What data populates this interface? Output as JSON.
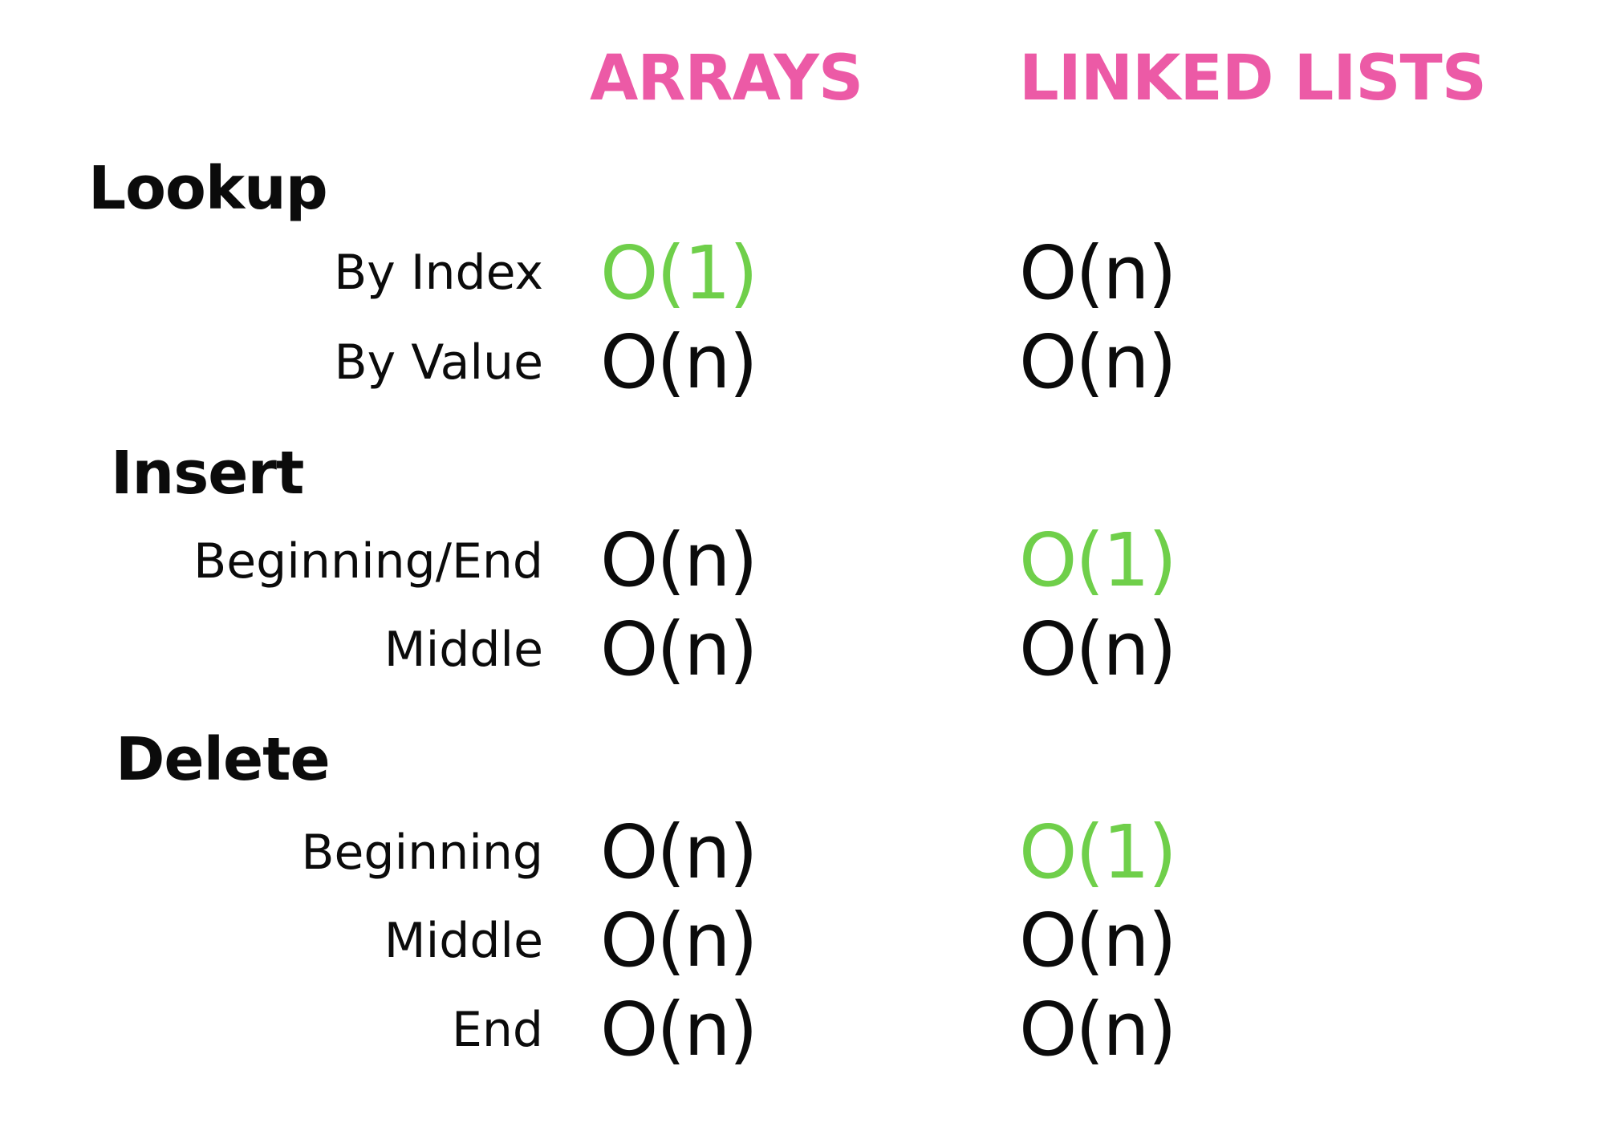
{
  "headers": {
    "arrays": "ARRAYS",
    "linked_lists": "LINKED LISTS"
  },
  "colors": {
    "header": "#ec5aa6",
    "text": "#0b0b0b",
    "good": "#6fcf4a"
  },
  "sections": [
    {
      "title": "Lookup",
      "rows": [
        {
          "label": "By Index",
          "arrays": "O(1)",
          "linked_lists": "O(n)"
        },
        {
          "label": "By Value",
          "arrays": "O(n)",
          "linked_lists": "O(n)"
        }
      ]
    },
    {
      "title": "Insert",
      "rows": [
        {
          "label": "Beginning/End",
          "arrays": "O(n)",
          "linked_lists": "O(1)"
        },
        {
          "label": "Middle",
          "arrays": "O(n)",
          "linked_lists": "O(n)"
        }
      ]
    },
    {
      "title": "Delete",
      "rows": [
        {
          "label": "Beginning",
          "arrays": "O(n)",
          "linked_lists": "O(1)"
        },
        {
          "label": "Middle",
          "arrays": "O(n)",
          "linked_lists": "O(n)"
        },
        {
          "label": "End",
          "arrays": "O(n)",
          "linked_lists": "O(n)"
        }
      ]
    }
  ]
}
